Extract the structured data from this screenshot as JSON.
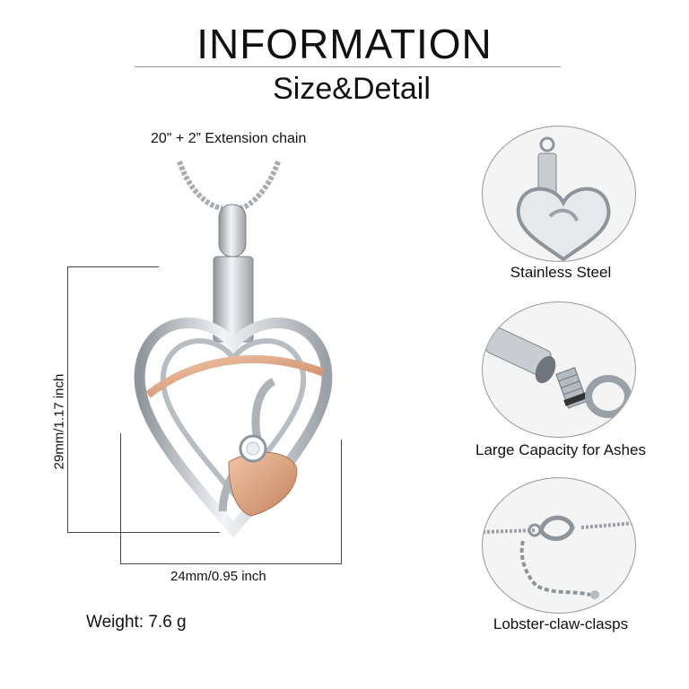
{
  "header": {
    "title": "INFORMATION",
    "subtitle": "Size&Detail"
  },
  "specs": {
    "chain": "20\" +  2” Extension chain",
    "height": "29mm/1.17 inch",
    "width": "24mm/0.95 inch",
    "weight": "Weight: 7.6 g"
  },
  "features": [
    {
      "label": "Stainless Steel",
      "icon": "heart-pendant-closeup-icon"
    },
    {
      "label": "Large Capacity for Ashes",
      "icon": "screw-cap-icon"
    },
    {
      "label": "Lobster-claw-clasps",
      "icon": "lobster-clasp-icon"
    }
  ],
  "colors": {
    "silver": "#c9cdd2",
    "rose_gold": "#d9a07e",
    "text": "#111111"
  }
}
